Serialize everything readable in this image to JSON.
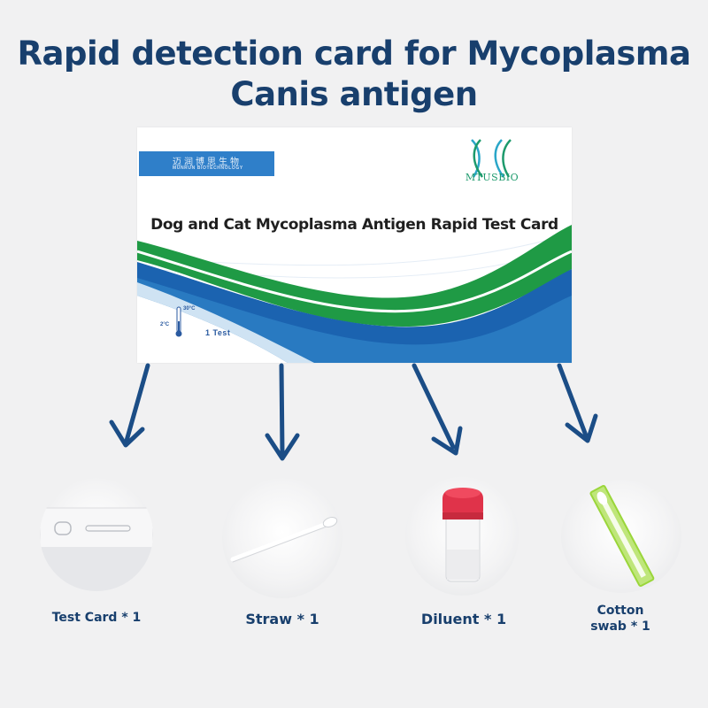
{
  "headline": {
    "line1": "Rapid detection card for Mycoplasma",
    "line2": "Canis antigen"
  },
  "package": {
    "brand_cn": "迈润博思生物",
    "brand_en": "MUNRUN BIOTECHNOLOGY",
    "logo_text": "MTUSBIO",
    "title": "Dog and Cat Mycoplasma Antigen Rapid Test Card",
    "temp_low": "2°C",
    "temp_high": "30°C",
    "tests": "1 Test"
  },
  "colors": {
    "heading": "#183f6d",
    "brand_blue": "#2f7fc9",
    "wave_blue": "#1b63b0",
    "wave_green": "#1f9a45",
    "cap_red": "#e0334a",
    "swab_green": "#9ad63a"
  },
  "items": [
    {
      "label": "Test Card * 1",
      "icon": "test-card-icon"
    },
    {
      "label": "Straw * 1",
      "icon": "straw-icon"
    },
    {
      "label": "Diluent * 1",
      "icon": "diluent-tube-icon"
    },
    {
      "label_line1": "Cotton",
      "label_line2": "swab * 1",
      "icon": "cotton-swab-icon"
    }
  ]
}
